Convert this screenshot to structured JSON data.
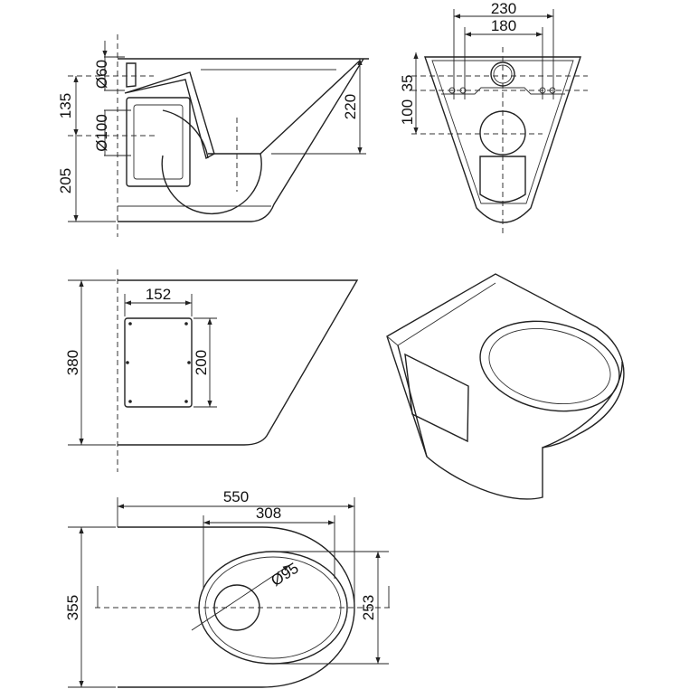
{
  "drawing": {
    "side_view": {
      "dims": {
        "d60": "Ø60",
        "d135": "135",
        "d100": "Ø100",
        "d205": "205",
        "d220": "220"
      }
    },
    "front_view": {
      "dims": {
        "d230": "230",
        "d180": "180",
        "d100": "100",
        "d35": "35"
      }
    },
    "side_outline": {
      "dims": {
        "d152": "152",
        "d200": "200",
        "d380": "380"
      }
    },
    "plan_view": {
      "dims": {
        "d550": "550",
        "d308": "308",
        "d95": "Ø95",
        "d355": "355",
        "d253": "253"
      }
    }
  }
}
